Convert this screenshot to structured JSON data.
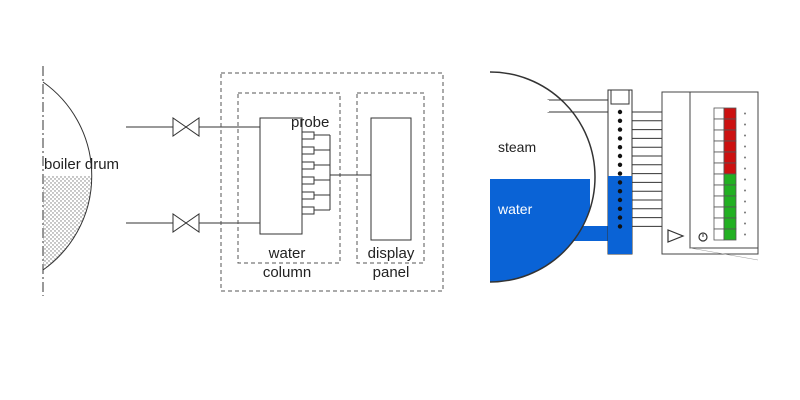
{
  "left_diagram": {
    "labels": {
      "boiler_drum": "boiler drum",
      "probe": "probe",
      "water_column_line1": "water",
      "water_column_line2": "column",
      "display_panel_line1": "display",
      "display_panel_line2": "panel"
    }
  },
  "right_diagram": {
    "labels": {
      "steam": "steam",
      "water": "water"
    },
    "indicator_lamps": {
      "red_count": 6,
      "green_count": 6
    }
  },
  "colors": {
    "water_fill": "#0a63d6",
    "indicator_red": "#cc1111",
    "indicator_green": "#22b022",
    "line": "#333333"
  }
}
